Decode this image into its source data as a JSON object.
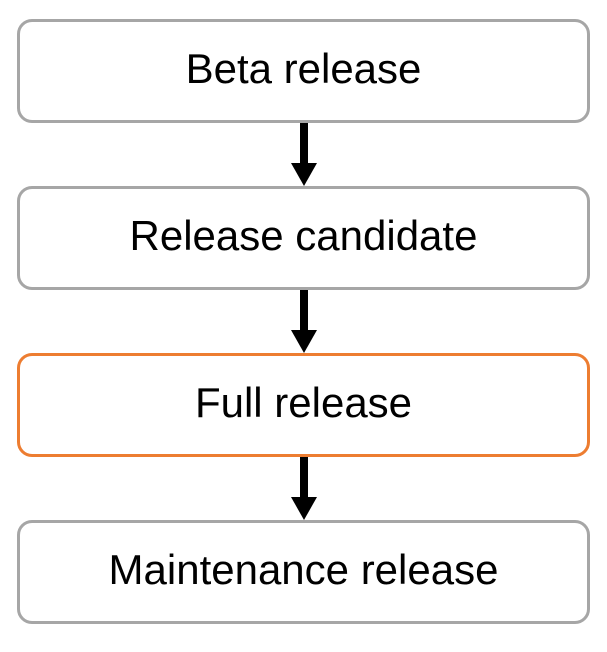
{
  "colors": {
    "background": "#FFFFFF",
    "node_border_default": "#A6A6A6",
    "node_border_highlight": "#ED7D31",
    "node_fill": "#FFFFFF",
    "text": "#000000",
    "arrow": "#000000"
  },
  "diagram": {
    "type": "flowchart",
    "direction": "top-down",
    "nodes": [
      {
        "label": "Beta release",
        "highlighted": false
      },
      {
        "label": "Release candidate",
        "highlighted": false
      },
      {
        "label": "Full release",
        "highlighted": true
      },
      {
        "label": "Maintenance release",
        "highlighted": false
      }
    ],
    "connectors": [
      {
        "from": "Beta release",
        "to": "Release candidate",
        "type": "arrow-down"
      },
      {
        "from": "Release candidate",
        "to": "Full release",
        "type": "arrow-down"
      },
      {
        "from": "Full release",
        "to": "Maintenance release",
        "type": "arrow-down"
      }
    ]
  }
}
